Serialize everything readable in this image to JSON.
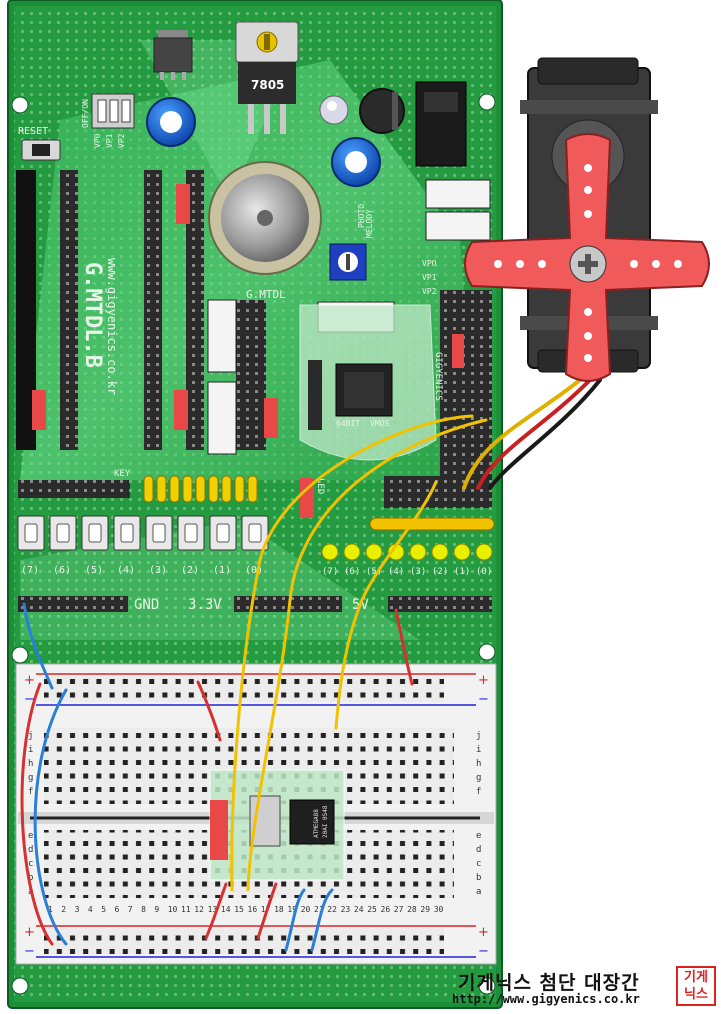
{
  "board": {
    "name": "G.MTDL.B",
    "url_vertical": "www.gigyenics.co.kr",
    "reset_label": "RESET",
    "switch_labels": [
      "OFF/ON",
      "VP0",
      "VP1",
      "VP2"
    ],
    "regulator_label": "7805",
    "module_label": "G.MTDL",
    "module_brand": "GIGYENICS",
    "module_bits": "64BIT",
    "module_vmos": "VMOS",
    "key_label": "KEY",
    "led_label": "LED",
    "button_numbers": [
      "(7)",
      "(6)",
      "(5)",
      "(4)",
      "(3)",
      "(2)",
      "(1)",
      "(0)"
    ],
    "led_numbers": [
      "(7)",
      "(6)",
      "(5)",
      "(4)",
      "(3)",
      "(2)",
      "(1)",
      "(0)"
    ],
    "power_labels": [
      "GND",
      "3.3V",
      "5V"
    ],
    "header_labels": [
      "VPO",
      "VP1",
      "VP2"
    ],
    "melody_label": "MELODY",
    "sensor_label": "PHOTO"
  },
  "breadboard": {
    "column_numbers": [
      "1",
      "2",
      "3",
      "4",
      "5",
      "6",
      "7",
      "8",
      "9",
      "10",
      "11",
      "12",
      "13",
      "14",
      "15",
      "16",
      "17",
      "18",
      "19",
      "20",
      "21",
      "22",
      "23",
      "24",
      "25",
      "26",
      "27",
      "28",
      "29",
      "30"
    ],
    "row_letters_top": [
      "j",
      "i",
      "h",
      "g",
      "f"
    ],
    "row_letters_bottom": [
      "e",
      "d",
      "c",
      "b",
      "a"
    ],
    "rail_plus": "+",
    "rail_minus": "−"
  },
  "chip": {
    "line1": "ATMEGA88",
    "line2": "20AI 0548"
  },
  "brand": {
    "korean_name": "기게닉스 첨단 대장간",
    "url": "http://www.gigyenics.co.kr",
    "stamp_line1": "기게",
    "stamp_line2": "닉스"
  },
  "colors": {
    "pcb": "#1f9a3e",
    "pcb_light": "#5fd07a",
    "servo_horn": "#f05a5a",
    "wire_yellow": "#f2c200",
    "wire_red": "#d83030",
    "wire_blue": "#2a7fd8",
    "led_yellow": "#e8f000"
  }
}
